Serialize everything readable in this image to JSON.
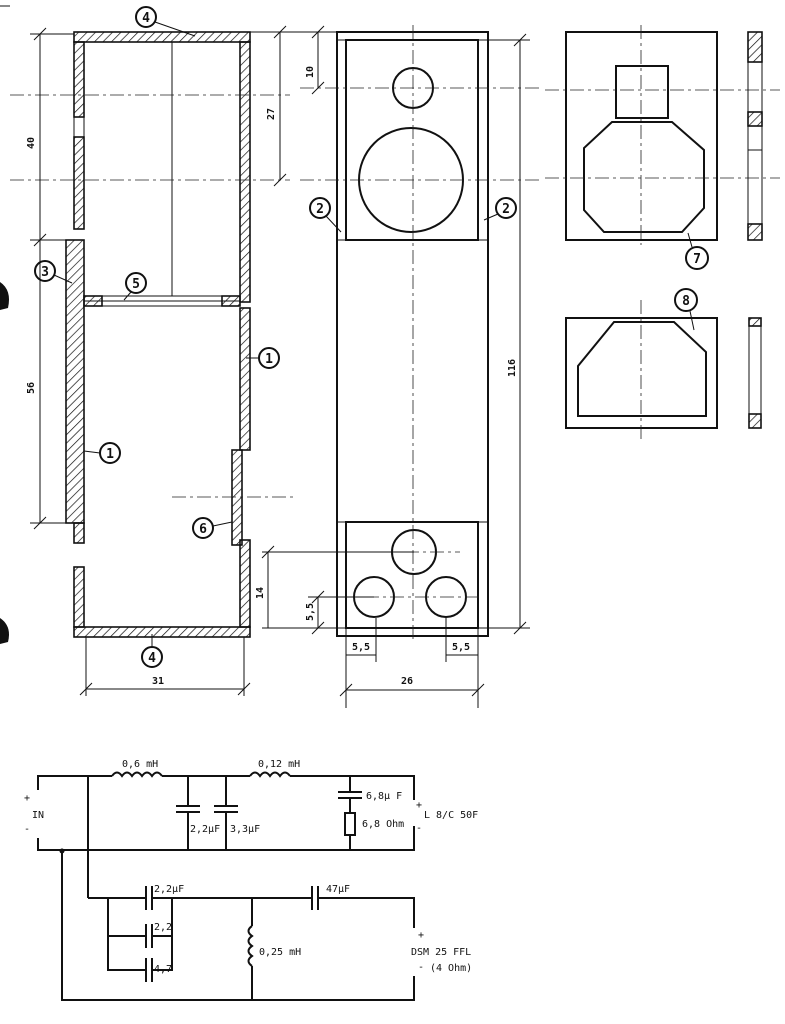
{
  "side_view": {
    "dims": {
      "d40": "40",
      "d56": "56",
      "d14": "14",
      "d55": "5,5",
      "d31": "31"
    },
    "parts": {
      "p1a": "1",
      "p1b": "1",
      "p3": "3",
      "p4top": "4",
      "p4bot": "4",
      "p5": "5",
      "p6": "6"
    }
  },
  "front_view": {
    "dims": {
      "d10": "10",
      "d27": "27",
      "d116": "116",
      "d55a": "5,5",
      "d55b": "5,5",
      "d26": "26"
    },
    "parts": {
      "p2a": "2",
      "p2b": "2"
    }
  },
  "panels": {
    "p7": "7",
    "p8": "8"
  },
  "crossover": {
    "input_label": "IN",
    "plus": "+",
    "minus": "-",
    "l1": "0,6 mH",
    "l2": "0,12 mH",
    "c1": "2,2µF",
    "c2": "3,3µF",
    "c3": "6,8µ F",
    "r1": "6,8 Ohm",
    "woofer": "L 8/C 50F",
    "c4": "2,2µF",
    "c5": "2,2",
    "c6": "4,7",
    "l3": "0,25 mH",
    "c7": "47µF",
    "tweeter_line1": "DSM 25 FFL",
    "tweeter_line2": "(4 Ohm)"
  }
}
